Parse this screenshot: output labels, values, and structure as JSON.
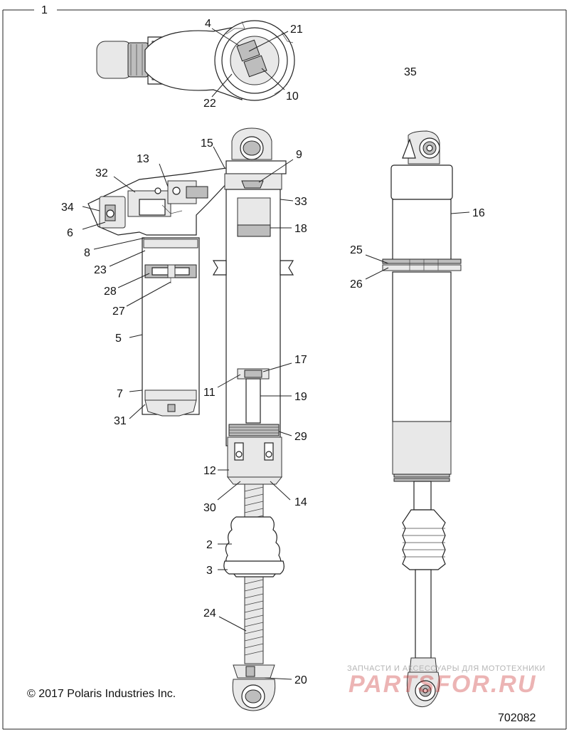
{
  "header": {
    "item_number": "1"
  },
  "copyright": "© 2017 Polaris Industries Inc.",
  "figure_id": "702082",
  "watermark": {
    "caption": "ЗАПЧАСТИ И АКСЕССУАРЫ ДЛЯ МОТОТЕХНИКИ",
    "brand": "PARTSFOR.RU"
  },
  "callouts": {
    "c4": "4",
    "c21": "21",
    "c10": "10",
    "c22": "22",
    "c35": "35",
    "c15": "15",
    "c9": "9",
    "c13": "13",
    "c32": "32",
    "c34": "34",
    "c6": "6",
    "c33": "33",
    "c18": "18",
    "c16": "16",
    "c8": "8",
    "c23": "23",
    "c25": "25",
    "c26": "26",
    "c28": "28",
    "c27": "27",
    "c5": "5",
    "c17": "17",
    "c11": "11",
    "c19": "19",
    "c7": "7",
    "c31": "31",
    "c29": "29",
    "c12": "12",
    "c30": "30",
    "c14": "14",
    "c2": "2",
    "c3": "3",
    "c24": "24",
    "c20": "20"
  }
}
